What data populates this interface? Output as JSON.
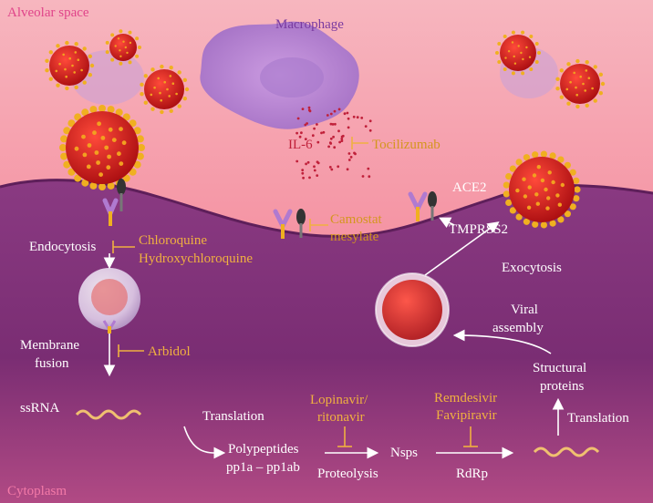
{
  "regions": {
    "alveolar_space": "Alveolar space",
    "cytoplasm": "Cytoplasm"
  },
  "cells": {
    "macrophage": "Macrophage",
    "cytokine": "IL-6"
  },
  "receptors": {
    "ace2": "ACE2",
    "tmprss2": "TMPRSS2"
  },
  "steps": {
    "endocytosis": "Endocytosis",
    "membrane_fusion_1": "Membrane",
    "membrane_fusion_2": "fusion",
    "ssrna": "ssRNA",
    "translation_1": "Translation",
    "polypeptides_1": "Polypeptides",
    "polypeptides_2": "pp1a – pp1ab",
    "proteolysis": "Proteolysis",
    "nsps": "Nsps",
    "rdrp": "RdRp",
    "translation_2": "Translation",
    "structural_1": "Structural",
    "structural_2": "proteins",
    "viral_assembly_1": "Viral",
    "viral_assembly_2": "assembly",
    "exocytosis": "Exocytosis"
  },
  "drugs": {
    "tocilizumab": "Tocilizumab",
    "camostat_1": "Camostat",
    "camostat_2": "mesylate",
    "chloroquine": "Chloroquine",
    "hydroxychloroquine": "Hydroxychloroquine",
    "arbidol": "Arbidol",
    "lopinavir_1": "Lopinavir/",
    "lopinavir_2": "ritonavir",
    "remdesivir": "Remdesivir",
    "favipiravir": "Favipiravir"
  },
  "colors": {
    "drug": "#f0b040",
    "white_text": "#ffffff",
    "region": "#e05a8a",
    "il6": "#c0203a",
    "macrophage": "#8a3aa8",
    "virus": "#c81418",
    "spike": "#f0b020"
  }
}
